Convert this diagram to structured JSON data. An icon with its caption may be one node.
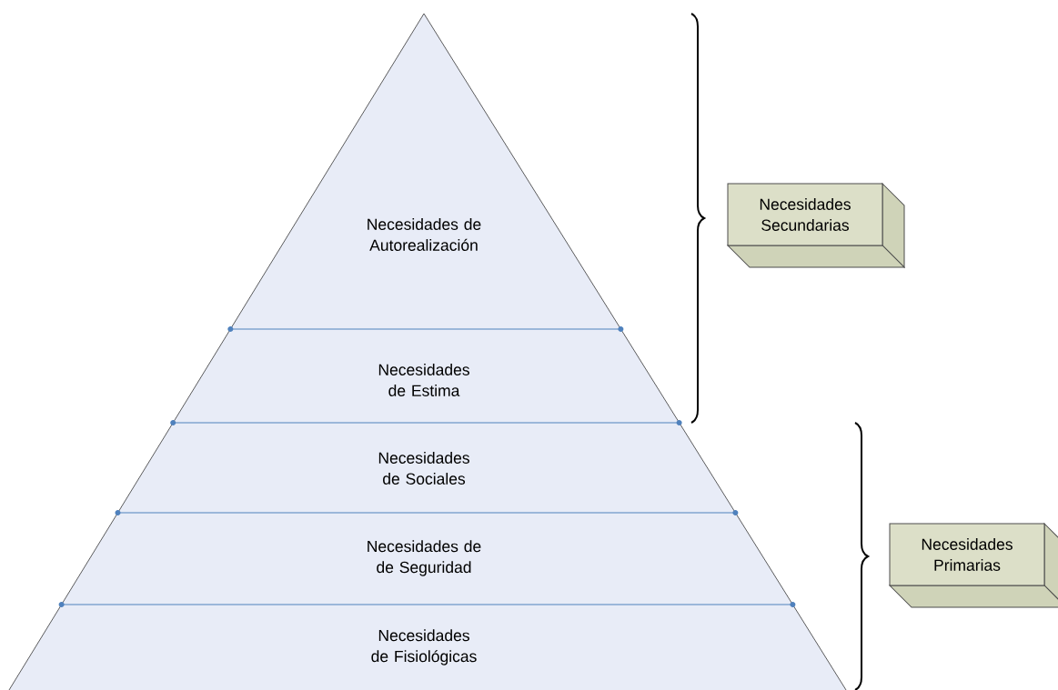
{
  "diagram": {
    "nodes": [
      {
        "text": [
          "Necesidades de Autorealización"
        ]
      },
      {
        "text": [
          "Necesidades de Estima"
        ]
      },
      {
        "text": [
          "Necesidades de Sociales"
        ]
      },
      {
        "text": [
          "Necesidades de de Seguridad"
        ]
      },
      {
        "text": [
          "Necesidades de Fisiológicas"
        ]
      },
      {
        "text": [
          "Necesidades Secundarias"
        ]
      },
      {
        "text": [
          "Necesidades Primarias"
        ]
      }
    ]
  }
}
